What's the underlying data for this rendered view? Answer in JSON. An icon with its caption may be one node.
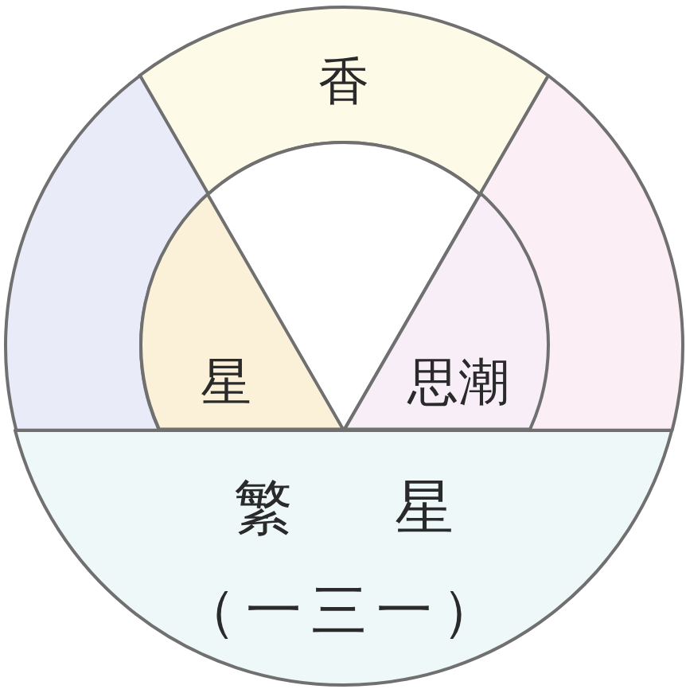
{
  "diagram": {
    "nodes": [
      {
        "text": [
          "香"
        ]
      },
      {
        "text": [],
        "shape": "sector"
      },
      {
        "text": [],
        "shape": "sector"
      },
      {
        "text": [
          "星"
        ]
      },
      {
        "text": [],
        "shape": "sector"
      },
      {
        "text": [
          "思潮"
        ]
      },
      {
        "text": [
          "繁 星",
          "（一三一）"
        ]
      }
    ]
  }
}
